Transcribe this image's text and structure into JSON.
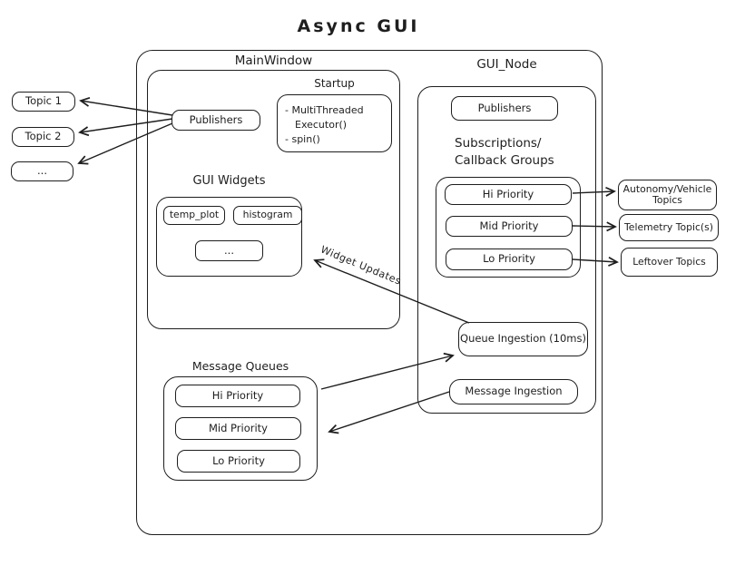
{
  "title": "Async GUI",
  "colors": {
    "stroke": "#1e1e1e",
    "background": "#ffffff"
  },
  "left_topics": {
    "items": [
      "Topic 1",
      "Topic 2",
      "..."
    ]
  },
  "main_window": {
    "label": "MainWindow",
    "publishers_label": "Publishers",
    "startup": {
      "label": "Startup",
      "lines": [
        "- MultiThreaded",
        "Executor()",
        "- spin()"
      ]
    },
    "gui_widgets": {
      "label": "GUI Widgets",
      "items": [
        "temp_plot",
        "histogram",
        "..."
      ]
    }
  },
  "message_queues": {
    "label": "Message Queues",
    "items": [
      "Hi Priority",
      "Mid Priority",
      "Lo Priority"
    ]
  },
  "gui_node": {
    "label": "GUI_Node",
    "publishers_label": "Publishers",
    "subscriptions": {
      "label_line_1": "Subscriptions/",
      "label_line_2": "Callback Groups",
      "items": [
        "Hi Priority",
        "Mid Priority",
        "Lo Priority"
      ]
    },
    "queue_ingestion_label": "Queue Ingestion (10ms)",
    "message_ingestion_label": "Message Ingestion"
  },
  "right_topics": {
    "items": [
      "Autonomy/Vehicle Topics",
      "Telemetry Topic(s)",
      "Leftover Topics"
    ]
  },
  "arrow_labels": {
    "widget_updates": "Widget Updates"
  }
}
